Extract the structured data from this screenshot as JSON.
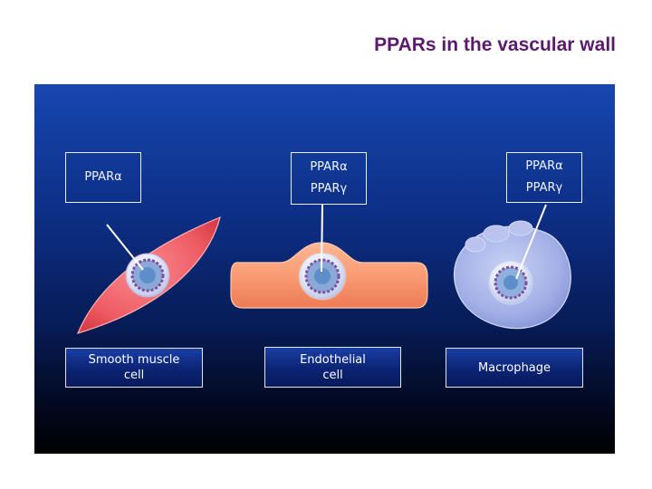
{
  "slide": {
    "title": "PPARs in the vascular wall"
  },
  "cells": [
    {
      "receptors": [
        "PPARα"
      ],
      "label_lines": [
        "Smooth muscle",
        "cell"
      ]
    },
    {
      "receptors": [
        "PPARα",
        "PPARγ"
      ],
      "label_lines": [
        "Endothelial",
        "cell"
      ]
    },
    {
      "receptors": [
        "PPARα",
        "PPARγ"
      ],
      "label_lines": [
        "Macrophage"
      ]
    }
  ],
  "colors": {
    "title": "#5b1a6e",
    "smooth_muscle": "#f0646c",
    "endothelial": "#f79a73",
    "macrophage": "#a9b6ea",
    "nucleus": "#7fa7d8"
  }
}
